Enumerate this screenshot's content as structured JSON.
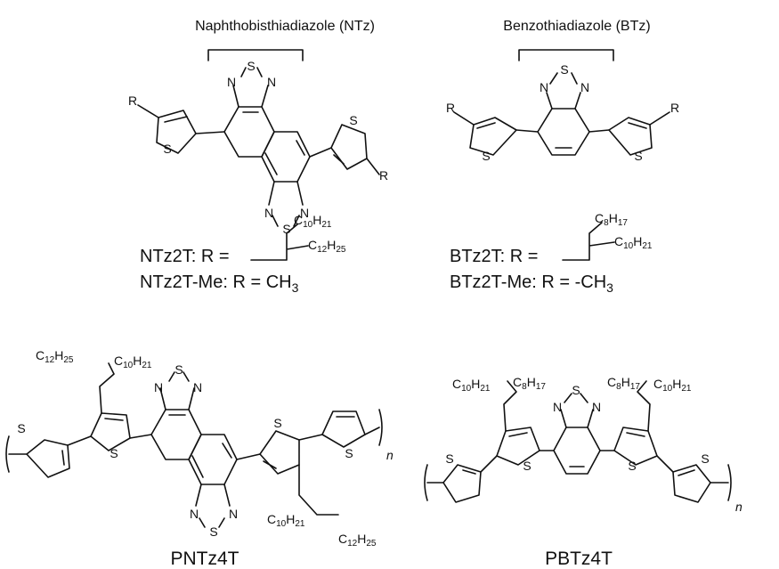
{
  "headers": {
    "ntz": "Naphthobisthiadiazole (NTz)",
    "btz": "Benzothiadiazole (BTz)"
  },
  "atoms": {
    "S": "S",
    "N": "N",
    "R": "R",
    "n": "n"
  },
  "chains": {
    "C10H21": [
      "C",
      "10",
      "H",
      "21"
    ],
    "C12H25": [
      "C",
      "12",
      "H",
      "25"
    ],
    "C8H17": [
      "C",
      "8",
      "H",
      "17"
    ]
  },
  "compounds": {
    "ntz2t": {
      "prefix": "NTz2T: R = ",
      "side_a": "C10H21",
      "side_b": "C12H25"
    },
    "ntz2t_me": {
      "text": "NTz2T-Me: R = CH",
      "sub": "3"
    },
    "btz2t": {
      "prefix": "BTz2T: R = ",
      "side_a": "C8H17",
      "side_b": "C10H21"
    },
    "btz2t_me": {
      "text": "BTz2T-Me: R = -CH",
      "sub": "3"
    },
    "pntz4t": "PNTz4T",
    "pbtz4t": "PBTz4T"
  }
}
